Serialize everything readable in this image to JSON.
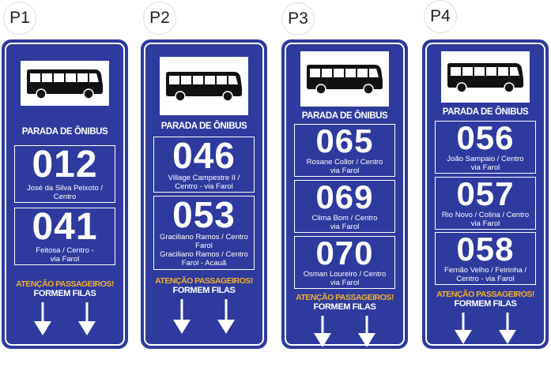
{
  "colors": {
    "sign_blue": "#2e3a9e",
    "warning": "#f2b02c",
    "text": "#ffffff"
  },
  "signs": [
    {
      "label": "P1",
      "title": "PARADA DE ÔNIBUS",
      "warning": "ATENÇÃO PASSAGEIROS!",
      "queue": "FORMEM FILAS",
      "icon": "bus-icon",
      "routes": [
        {
          "number": "012",
          "destinations": [
            "José da Silva Peixoto /",
            "Centro"
          ]
        },
        {
          "number": "041",
          "destinations": [
            "Feitosa / Centro -",
            "via Farol"
          ]
        }
      ]
    },
    {
      "label": "P2",
      "title": "PARADA DE ÔNIBUS",
      "warning": "ATENÇÃO PASSAGEIROS!",
      "queue": "FORMEM FILAS",
      "icon": "bus-icon",
      "routes": [
        {
          "number": "046",
          "destinations": [
            "Village Campestre II /",
            "Centro - via Farol"
          ]
        },
        {
          "number": "053",
          "destinations": [
            "Graciliano Ramos / Centro",
            "Farol",
            "Graciliano Ramos / Centro",
            "Farol - Acauã"
          ]
        }
      ]
    },
    {
      "label": "P3",
      "title": "PARADA DE ÔNIBUS",
      "warning": "ATENÇÃO PASSAGEIROS!",
      "queue": "FORMEM FILAS",
      "icon": "bus-icon",
      "routes": [
        {
          "number": "065",
          "destinations": [
            "Rosane Collor / Centro",
            "via Farol"
          ]
        },
        {
          "number": "069",
          "destinations": [
            "Clima Bom / Centro",
            "via Farol"
          ]
        },
        {
          "number": "070",
          "destinations": [
            "Osman Loureiro / Centro",
            "via Farol"
          ]
        }
      ]
    },
    {
      "label": "P4",
      "title": "PARADA DE ÔNIBUS",
      "warning": "ATENÇÃO PASSAGEIROS!",
      "queue": "FORMEM FILAS",
      "icon": "bus-icon",
      "routes": [
        {
          "number": "056",
          "destinations": [
            "João Sampaio / Centro",
            "via Farol"
          ]
        },
        {
          "number": "057",
          "destinations": [
            "Rio Novo / Colina / Centro",
            "via Farol"
          ]
        },
        {
          "number": "058",
          "destinations": [
            "Fernão Velho / Feirinha /",
            "Centro - via Farol"
          ]
        }
      ]
    }
  ]
}
